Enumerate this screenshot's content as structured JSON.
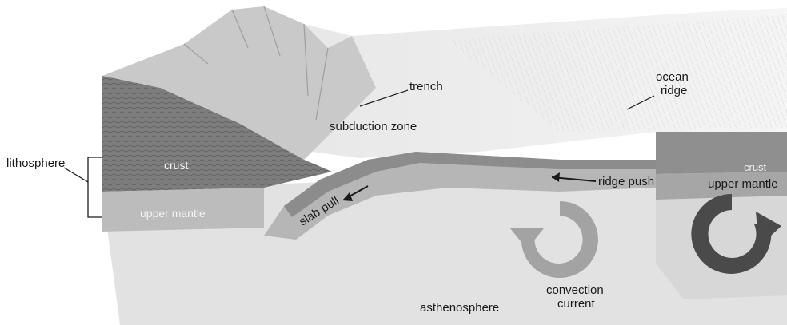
{
  "labels": {
    "lithosphere": "lithosphere",
    "crust_left": "crust",
    "upper_mantle_left": "upper mantle",
    "trench": "trench",
    "subduction_zone": "subduction zone",
    "ocean_ridge_line1": "ocean",
    "ocean_ridge_line2": "ridge",
    "ridge_push": "ridge push",
    "slab_pull": "slab pull",
    "crust_right": "crust",
    "upper_mantle_right": "upper mantle",
    "convection_line1": "convection",
    "convection_line2": "current",
    "asthenosphere": "asthenosphere"
  },
  "colors": {
    "background": "#ffffff",
    "asthenosphere": "#e1e1e1",
    "upper_mantle": "#bdbdbd",
    "crust": "#8f8f8f",
    "ocean_surface": "#efefef",
    "arrow_light": "#a3a3a3",
    "arrow_dark": "#4a4a4a"
  }
}
